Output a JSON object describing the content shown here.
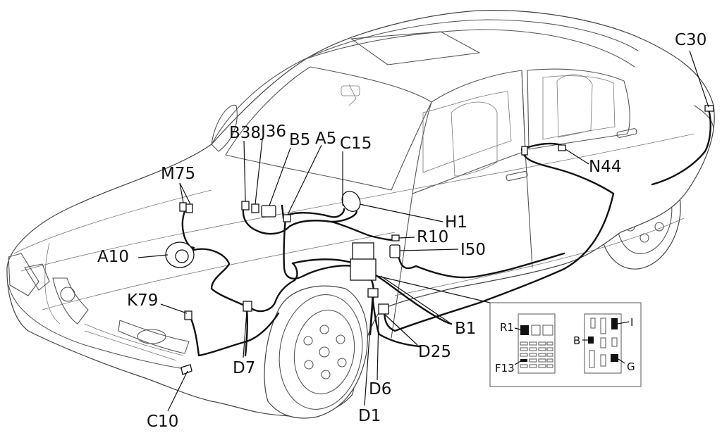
{
  "components": [
    {
      "id": "b38",
      "label": "B38"
    },
    {
      "id": "j36",
      "label": "J36"
    },
    {
      "id": "b5",
      "label": "B5"
    },
    {
      "id": "a5",
      "label": "A5"
    },
    {
      "id": "c15",
      "label": "C15"
    },
    {
      "id": "m75",
      "label": "M75"
    },
    {
      "id": "a10",
      "label": "A10"
    },
    {
      "id": "k79",
      "label": "K79"
    },
    {
      "id": "c10",
      "label": "C10"
    },
    {
      "id": "d7",
      "label": "D7"
    },
    {
      "id": "h1",
      "label": "H1"
    },
    {
      "id": "r10",
      "label": "R10"
    },
    {
      "id": "i50",
      "label": "I50"
    },
    {
      "id": "n44",
      "label": "N44"
    },
    {
      "id": "c30",
      "label": "C30"
    },
    {
      "id": "b1",
      "label": "B1"
    },
    {
      "id": "d25",
      "label": "D25"
    },
    {
      "id": "d6",
      "label": "D6"
    },
    {
      "id": "d1",
      "label": "D1"
    }
  ],
  "inset": {
    "left_panel": {
      "labels": [
        "R1",
        "F13"
      ]
    },
    "right_panel": {
      "labels": [
        "I",
        "B",
        "G"
      ]
    }
  }
}
